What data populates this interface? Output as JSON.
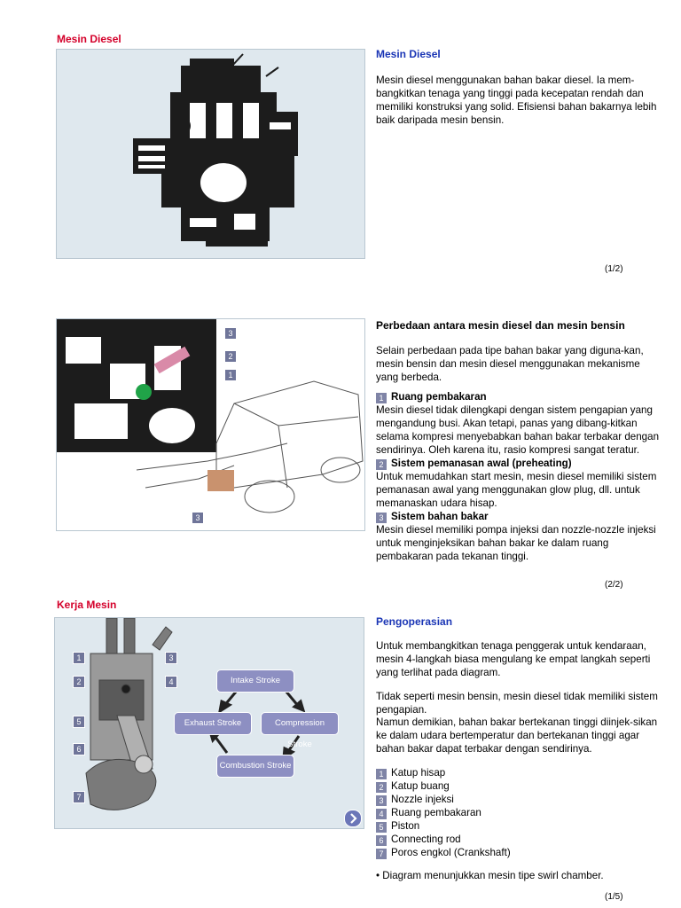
{
  "section1": {
    "header": "Mesin Diesel",
    "title": "Mesin Diesel",
    "paragraph": "Mesin diesel menggunakan bahan bakar diesel. Ia mem-bangkitkan tenaga yang tinggi pada kecepatan rendah dan memiliki konstruksi yang solid. Efisiensi bahan bakarnya lebih baik daripada mesin bensin.",
    "page": "(1/2)"
  },
  "section2": {
    "title": "Perbedaan antara mesin diesel dan mesin bensin",
    "intro": "Selain perbedaan pada tipe bahan bakar yang diguna-kan, mesin bensin dan mesin diesel menggunakan mekanisme yang berbeda.",
    "items": [
      {
        "num": "1",
        "heading": "Ruang pembakaran",
        "text": "Mesin diesel tidak dilengkapi dengan sistem pengapian yang mengandung busi. Akan tetapi, panas yang dibang-kitkan selama kompresi menyebabkan bahan bakar terbakar dengan sendirinya. Oleh karena itu, rasio kompresi sangat teratur."
      },
      {
        "num": "2",
        "heading": "Sistem pemanasan awal (preheating)",
        "text": "Untuk memudahkan start mesin, mesin diesel memiliki sistem pemanasan awal yang menggunakan glow plug, dll. untuk memanaskan udara hisap."
      },
      {
        "num": "3",
        "heading": "Sistem bahan bakar",
        "text": "Mesin diesel memiliki pompa injeksi dan nozzle-nozzle injeksi untuk menginjeksikan bahan bakar ke dalam ruang pembakaran pada tekanan tinggi."
      }
    ],
    "image_labels": [
      "3",
      "2",
      "1",
      "3"
    ],
    "page": "(2/2)"
  },
  "section3": {
    "header": "Kerja Mesin",
    "title": "Pengoperasian",
    "para1": "Untuk membangkitkan tenaga penggerak untuk kendaraan, mesin 4-langkah biasa mengulang ke empat langkah seperti yang terlihat pada diagram.",
    "para2": "Tidak seperti mesin bensin, mesin diesel tidak memiliki sistem pengapian.",
    "para3": "Namun demikian, bahan bakar bertekanan tinggi diinjek-sikan ke dalam udara bertemperatur dan bertekanan tinggi agar bahan bakar dapat terbakar dengan  sendirinya.",
    "legend": [
      {
        "num": "1",
        "label": "Katup hisap"
      },
      {
        "num": "2",
        "label": "Katup buang"
      },
      {
        "num": "3",
        "label": "Nozzle injeksi"
      },
      {
        "num": "4",
        "label": "Ruang pembakaran"
      },
      {
        "num": "5",
        "label": "Piston"
      },
      {
        "num": "6",
        "label": "Connecting rod"
      },
      {
        "num": "7",
        "label": "Poros engkol (Crankshaft)"
      }
    ],
    "strokes": {
      "intake": "Intake Stroke",
      "compression": "Compression Stroke",
      "combustion": "Combustion Stroke",
      "exhaust": "Exhaust Stroke"
    },
    "diagram_labels": [
      "1",
      "2",
      "3",
      "4",
      "5",
      "6",
      "7"
    ],
    "note": "• Diagram menunjukkan mesin tipe swirl chamber.",
    "page": "(1/5)"
  },
  "colors": {
    "red_heading": "#d4002a",
    "blue_heading": "#1a35b5",
    "panel_bg": "#dfe8ee",
    "badge": "#7f84a6",
    "stroke_box": "#8d8fc2"
  },
  "icons": [
    "next-arrow-icon"
  ]
}
